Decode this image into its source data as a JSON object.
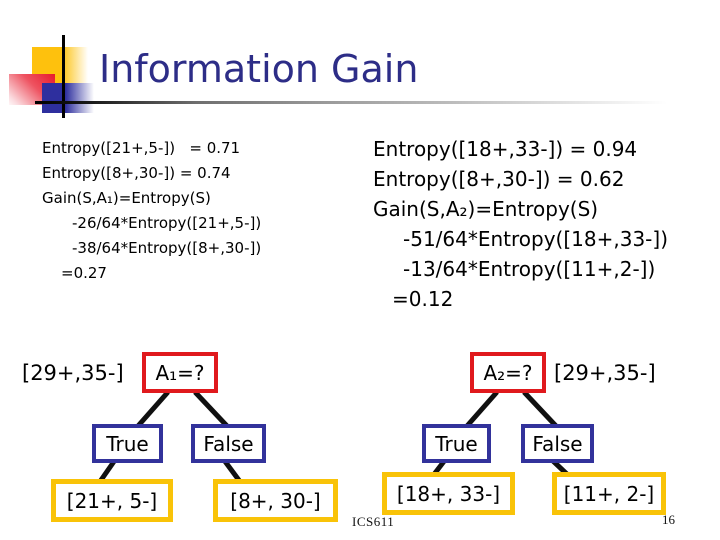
{
  "title": "Information Gain",
  "colors": {
    "title-navy": "#2D2D87",
    "box-red": "#E0191D",
    "box-navy": "#32329B",
    "box-yellow": "#F9C308",
    "deco-yellow": "#FEC10D",
    "deco-red": "#E8192B",
    "deco-blue": "#2E2F9E"
  },
  "left_calc": {
    "lines": [
      "Entropy([21+,5-])   = 0.71",
      "Entropy([8+,30-]) = 0.74",
      "Gain(S,A₁)=Entropy(S)",
      "-26/64*Entropy([21+,5-])",
      "-38/64*Entropy([8+,30-])",
      "=0.27"
    ]
  },
  "right_calc": {
    "lines": [
      "Entropy([18+,33-]) = 0.94",
      "Entropy([8+,30-]) = 0.62",
      "Gain(S,A₂)=Entropy(S)",
      "-51/64*Entropy([18+,33-])",
      "-13/64*Entropy([11+,2-])",
      "=0.12"
    ]
  },
  "left_tree": {
    "set_label": "[29+,35-]",
    "root": "A₁=?",
    "branch_true": "True",
    "branch_false": "False",
    "leaf_true": "[21+, 5-]",
    "leaf_false": "[8+, 30-]"
  },
  "right_tree": {
    "set_label": "[29+,35-]",
    "root": "A₂=?",
    "branch_true": "True",
    "branch_false": "False",
    "leaf_true": "[18+, 33-]",
    "leaf_false": "[11+, 2-]"
  },
  "footer": {
    "course": "ICS611",
    "page_number": "16"
  }
}
